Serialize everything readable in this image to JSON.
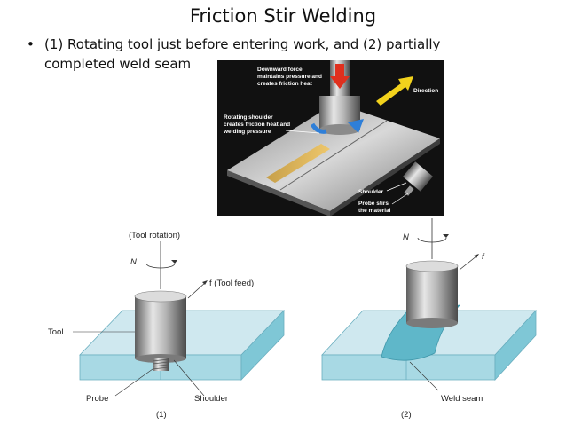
{
  "slide": {
    "title": "Friction Stir Welding",
    "bullet_symbol": "•",
    "bullet_line1": "(1) Rotating tool just before entering work, and (2) partially",
    "bullet_line2": "completed weld seam"
  },
  "photo": {
    "label_downward_1": "Downward force",
    "label_downward_2": "maintains pressure and",
    "label_downward_3": "creates friction heat",
    "label_direction": "Direction",
    "label_rotating_1": "Rotating shoulder",
    "label_rotating_2": "creates friction heat and",
    "label_rotating_3": "welding pressure",
    "label_shoulder": "Shoulder",
    "label_probe_1": "Probe stirs",
    "label_probe_2": "the material"
  },
  "diagram1": {
    "tool_rotation": "(Tool rotation)",
    "n_symbol": "N",
    "tool_feed": "f (Tool feed)",
    "tool": "Tool",
    "probe": "Probe",
    "shoulder": "Shoulder",
    "caption": "(1)"
  },
  "diagram2": {
    "n_symbol": "N",
    "f_symbol": "f",
    "weld_seam": "Weld seam",
    "caption": "(2)"
  },
  "colors": {
    "plate_top": "#cfe8ef",
    "plate_side": "#7fc7d6",
    "tool_mid": "#a9a9a9",
    "photo_bg": "#111111",
    "arrow_red": "#e0301e",
    "arrow_yellow": "#f2d21c",
    "arrow_blue": "#2f7fd8"
  }
}
